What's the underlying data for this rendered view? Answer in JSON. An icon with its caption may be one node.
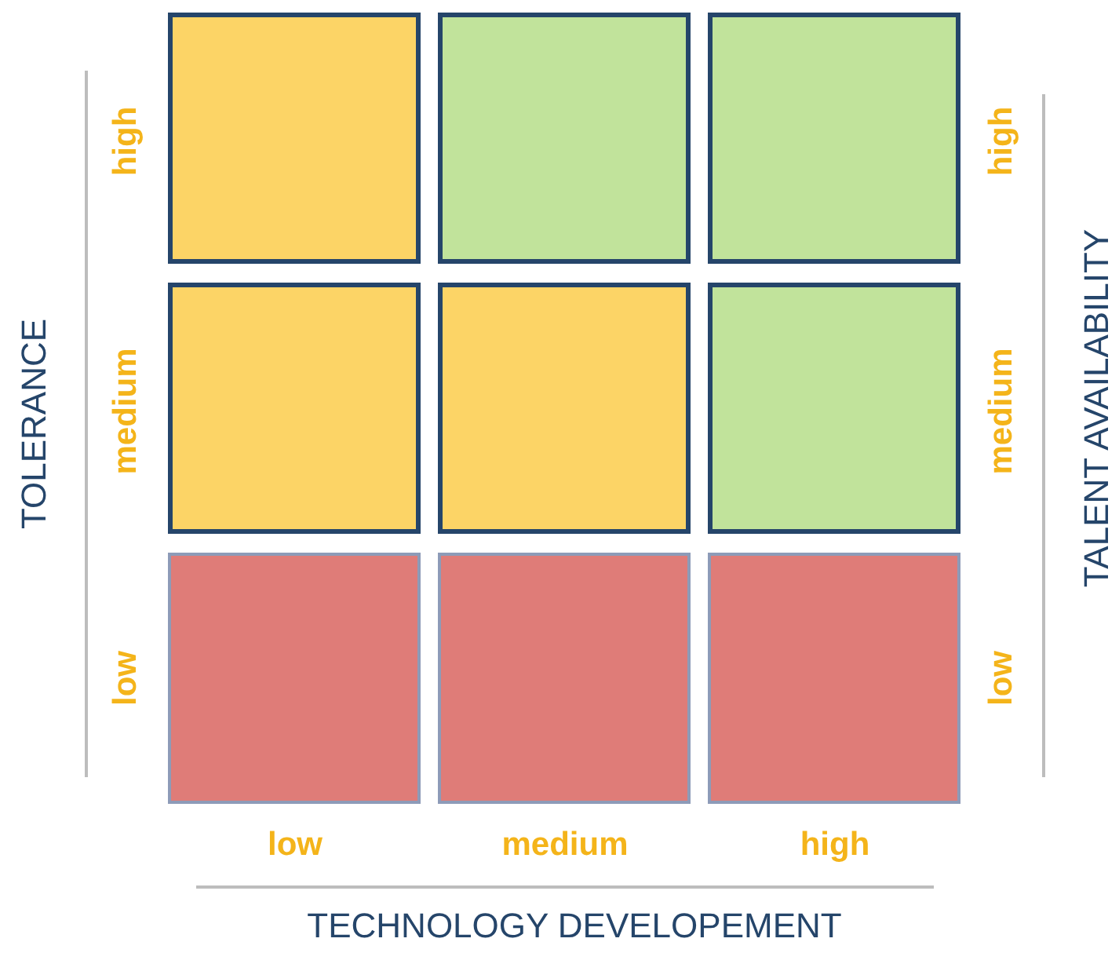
{
  "diagram": {
    "labels": [
      "high",
      "medium",
      "low",
      "TOLERANCE",
      "high",
      "medium",
      "low",
      "TALENT AVAILABILITY",
      "low",
      "medium",
      "high",
      "TECHNOLOGY DEVELOPEMENT"
    ]
  }
}
